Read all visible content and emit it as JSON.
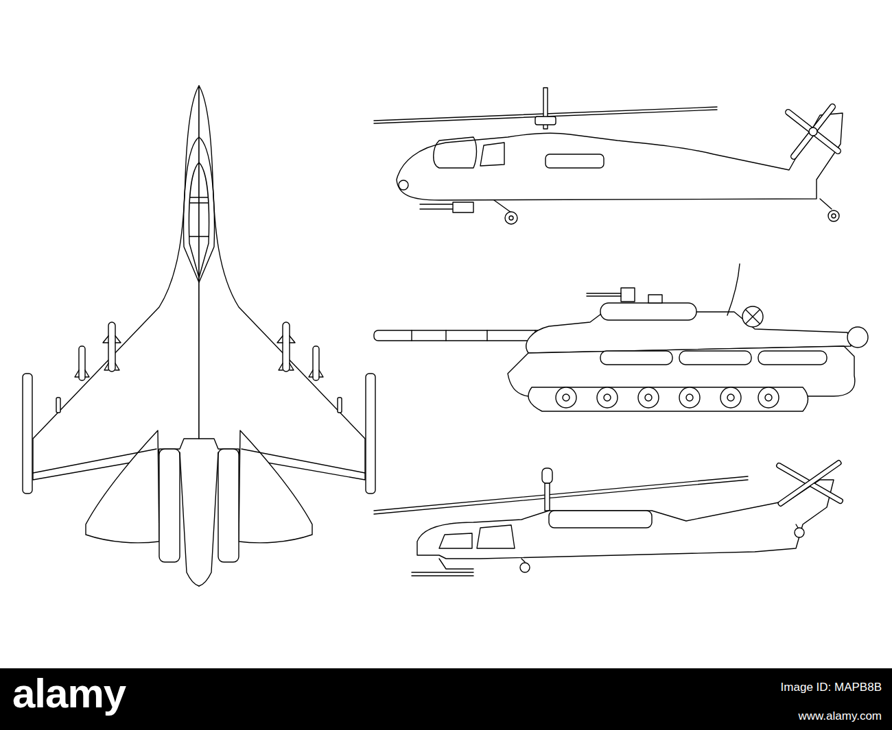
{
  "diagram": {
    "labels": [
      "alamy",
      "Image ID: MAPB8B",
      "www.alamy.com"
    ]
  }
}
